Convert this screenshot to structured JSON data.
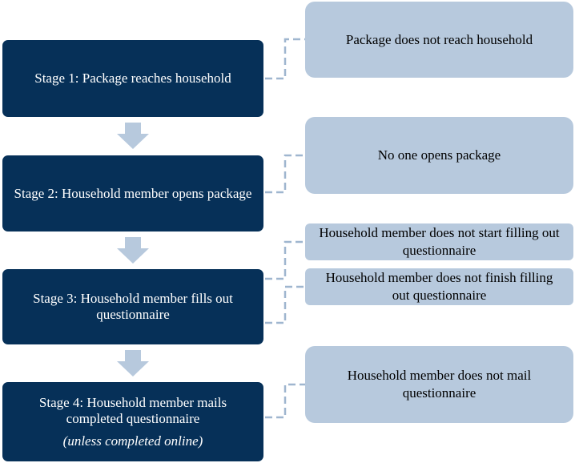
{
  "stages": [
    {
      "label": "Stage 1: Package reaches household",
      "note": ""
    },
    {
      "label": "Stage 2: Household member opens package",
      "note": ""
    },
    {
      "label": "Stage 3: Household member fills out questionnaire",
      "note": ""
    },
    {
      "label": "Stage 4: Household member mails completed questionnaire",
      "note": "(unless completed online)"
    }
  ],
  "outcomes": [
    "Package does not reach household",
    "No one opens package",
    "Household member does not start filling out questionnaire",
    "Household member does not finish filling out questionnaire",
    "Household member does not mail questionnaire"
  ],
  "colors": {
    "stage_fill": "#063058",
    "outcome_fill": "#b7c9dd",
    "arrow_fill": "#b7c9dd",
    "connector": "#9fb6cf"
  }
}
